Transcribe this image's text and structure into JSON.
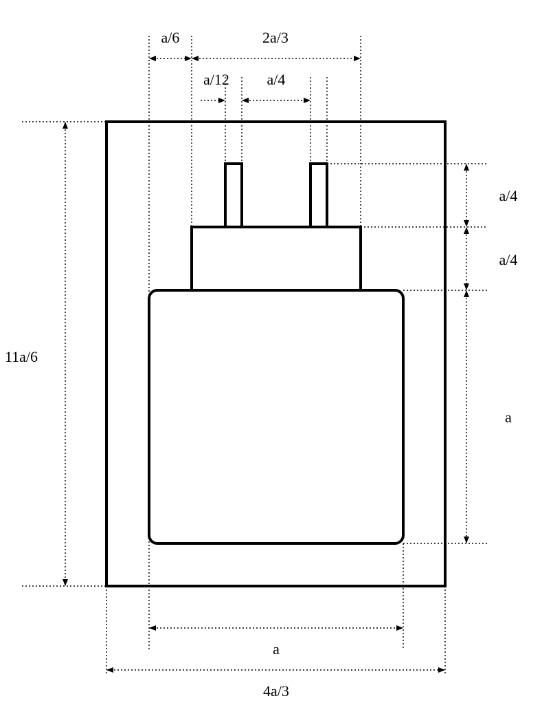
{
  "labels": {
    "top_offset": "a/6",
    "top_span": "2a/3",
    "pin_width": "a/12",
    "pin_gap": "a/4",
    "pin_height": "a/4",
    "neck_height": "a/4",
    "body_height": "a",
    "total_height": "11a/6",
    "body_width": "a",
    "total_width": "4a/3"
  }
}
